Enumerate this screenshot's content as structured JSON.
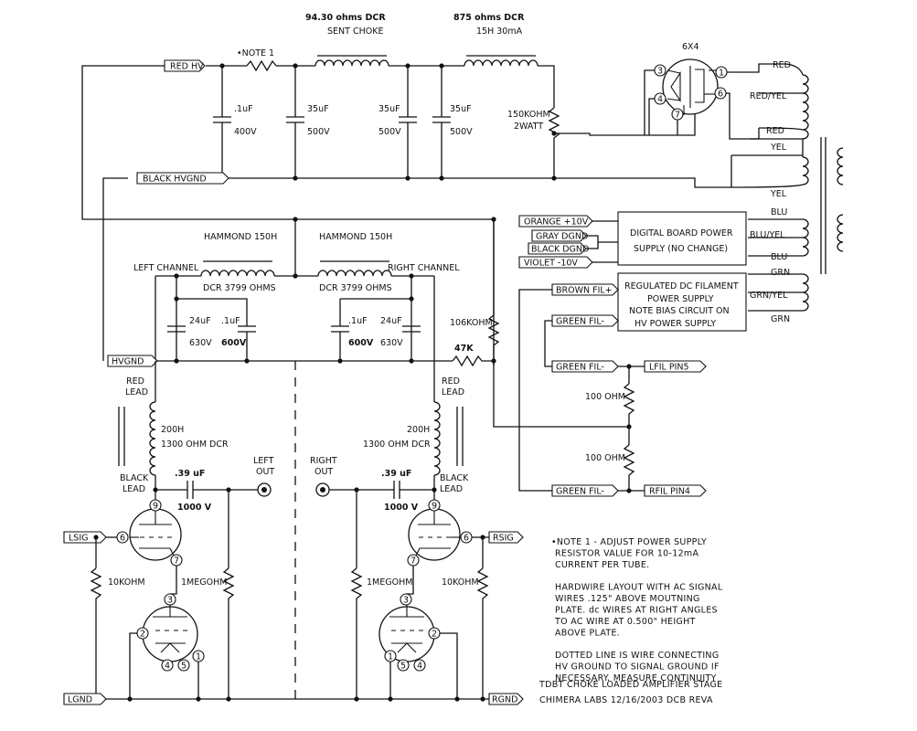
{
  "top": {
    "choke1_dcr": "94.30 ohms DCR",
    "choke1_name": "SENT CHOKE",
    "choke2_dcr": "875 ohms DCR",
    "choke2_name": "15H 30mA",
    "note_resistor": "•NOTE 1",
    "rectifier": "6X4"
  },
  "caps_top": [
    {
      "value": ".1uF",
      "volt": "400V"
    },
    {
      "value": "35uF",
      "volt": "500V"
    },
    {
      "value": "35uF",
      "volt": "500V"
    },
    {
      "value": "35uF",
      "volt": "500V"
    }
  ],
  "bleeder": {
    "value": "150KOHM",
    "rating": "2WATT"
  },
  "rails": {
    "red_hv": "RED HV",
    "black_hvgnd": "BLACK HVGND",
    "hvgnd": "HVGND"
  },
  "transformer": {
    "leads": [
      "RED",
      "RED/YEL",
      "RED",
      "YEL",
      "YEL",
      "BLU",
      "BLU/YEL",
      "BLU",
      "GRN",
      "GRN/YEL",
      "GRN"
    ]
  },
  "rect_pins": [
    "3",
    "1",
    "4",
    "6",
    "7"
  ],
  "digital": {
    "title_line1": "DIGITAL BOARD POWER",
    "title_line2": "SUPPLY (NO CHANGE)",
    "tags": [
      "ORANGE +10V",
      "GRAY DGND",
      "BLACK DGND",
      "VIOLET -10V"
    ]
  },
  "filament": {
    "line1": "REGULATED DC FILAMENT",
    "line2": "POWER SUPPLY",
    "line3": "NOTE BIAS CIRCUIT ON",
    "line4": "HV POWER SUPPLY",
    "tags": [
      "BROWN FIL+",
      "GREEN FIL-",
      "GREEN FIL-",
      "GREEN FIL-"
    ],
    "lfil": "LFIL PIN5",
    "rfil": "RFIL PIN4",
    "r1": "100 OHM",
    "r2": "100 OHM"
  },
  "chokes_mid": {
    "left_name": "HAMMOND 150H",
    "right_name": "HAMMOND 150H",
    "left_channel": "LEFT CHANNEL",
    "right_channel": "RIGHT CHANNEL",
    "left_dcr": "DCR 3799 OHMS",
    "right_dcr": "DCR 3799 OHMS"
  },
  "caps_mid": [
    {
      "value": "24uF",
      "volt": "630V"
    },
    {
      "value": ".1uF",
      "volt": "600V"
    },
    {
      "value": ".1uF",
      "volt": "600V"
    },
    {
      "value": "24uF",
      "volt": "630V"
    }
  ],
  "bias": {
    "r106k": "106KOHM",
    "r47k": "47K"
  },
  "left_stage": {
    "red_lead": [
      "RED",
      "LEAD"
    ],
    "black_lead": [
      "BLACK",
      "LEAD"
    ],
    "choke_l": "200H",
    "choke_dcr": "1300 OHM DCR",
    "cap_value": ".39 uF",
    "cap_volt": "1000 V",
    "out_label": [
      "LEFT",
      "OUT"
    ],
    "sig": "LSIG",
    "gnd": "LGND",
    "r_grid": "10KOHM",
    "r_load": "1MEGOHM",
    "pins_top": [
      "9",
      "6",
      "7"
    ],
    "pins_bot": [
      "3",
      "2",
      "4",
      "5",
      "1"
    ]
  },
  "right_stage": {
    "red_lead": [
      "RED",
      "LEAD"
    ],
    "black_lead": [
      "BLACK",
      "LEAD"
    ],
    "choke_l": "200H",
    "choke_dcr": "1300 OHM DCR",
    "cap_value": ".39 uF",
    "cap_volt": "1000 V",
    "out_label": [
      "RIGHT",
      "OUT"
    ],
    "sig": "RSIG",
    "gnd": "RGND",
    "r_grid": "10KOHM",
    "r_load": "1MEGOHM",
    "pins_top": [
      "9",
      "6",
      "7"
    ],
    "pins_bot": [
      "3",
      "2",
      "1",
      "5",
      "4"
    ]
  },
  "notes": [
    "•NOTE 1 - ADJUST POWER SUPPLY",
    "RESISTOR VALUE FOR 10-12mA",
    "CURRENT PER TUBE.",
    "",
    "HARDWIRE LAYOUT WITH AC SIGNAL",
    "WIRES .125\" ABOVE MOUTNING",
    "PLATE. dc WIRES AT RIGHT ANGLES",
    "TO AC WIRE AT 0.500\" HEIGHT",
    "ABOVE PLATE.",
    "",
    "DOTTED LINE IS WIRE CONNECTING",
    "HV GROUND TO SIGNAL GROUND IF",
    "NECESSARY. MEASURE CONTINUITY"
  ],
  "footer": {
    "line1": "TDBT CHOKE LOADED AMPLIFIER STAGE",
    "line2": "CHIMERA LABS 12/16/2003 DCB REVA"
  }
}
